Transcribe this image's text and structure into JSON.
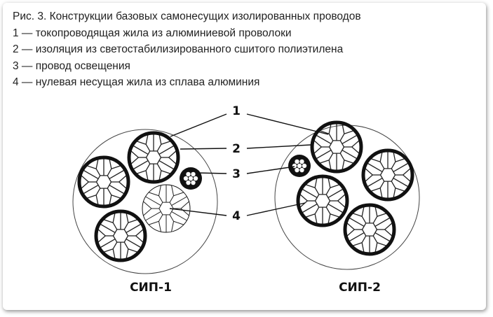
{
  "caption": {
    "title": "Рис. 3. Конструкции базовых самонесущих изолированных проводов",
    "items": [
      "1 — токопроводящая жила из алюминиевой проволоки",
      "2 — изоляция из светостабилизированного сшитого полиэтилена",
      "3 — провод освещения",
      "4 — нулевая несущая жила из сплава алюминия"
    ]
  },
  "diagram": {
    "callouts": [
      "1",
      "2",
      "3",
      "4"
    ],
    "cables": [
      {
        "label": "СИП-1"
      },
      {
        "label": "СИП-2"
      }
    ]
  }
}
